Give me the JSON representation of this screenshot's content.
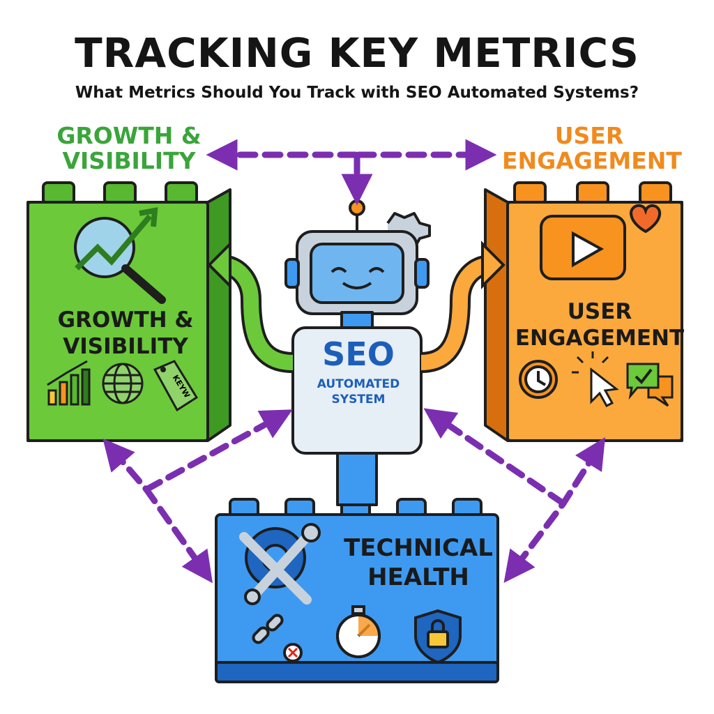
{
  "header": {
    "title": "TRACKING KEY METRICS",
    "subtitle": "What Metrics Should You Track with SEO Automated Systems?"
  },
  "categories": {
    "growth_heading": [
      "GROWTH &",
      "VISIBILITY"
    ],
    "user_heading": [
      "USER",
      "ENGAGEMENT"
    ]
  },
  "blocks": {
    "growth": {
      "label": [
        "GROWTH &",
        "VISIBILITY"
      ],
      "color": "#5cbf2a",
      "icons": [
        "magnifier-trend-icon",
        "bar-chart-icon",
        "globe-icon",
        "keyword-tag-icon"
      ],
      "tag_text": "KEYW"
    },
    "user": {
      "label": [
        "USER",
        "ENGAGEMENT"
      ],
      "color": "#f7931e",
      "icons": [
        "video-play-heart-icon",
        "clock-icon",
        "click-cursor-icon",
        "chat-check-icon"
      ]
    },
    "technical": {
      "label": [
        "TECHNICAL",
        "HEALTH"
      ],
      "color": "#2e8ee6",
      "icons": [
        "gear-wrench-icon",
        "broken-link-icon",
        "stopwatch-icon",
        "shield-lock-icon"
      ]
    }
  },
  "robot": {
    "main": "SEO",
    "sub": [
      "AUTOMATED",
      "SYSTEM"
    ]
  },
  "colors": {
    "arrow": "#7b2fb0",
    "green_text": "#3aa53a",
    "orange_text": "#f08a1e",
    "robot_text": "#1d5fb8"
  }
}
